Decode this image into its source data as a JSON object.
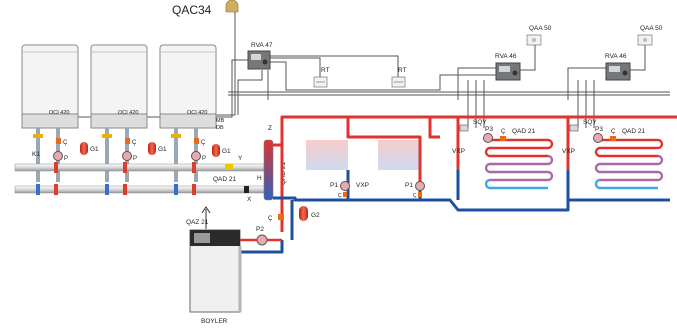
{
  "labels": {
    "outdoor_sensor": "QAC34",
    "boiler_module": "OCI 420",
    "bus_mb": "MB",
    "bus_db": "DB",
    "main_controller": "RVA 47",
    "zone_controller": "RVA 46",
    "room_unit": "QAA 50",
    "room_thermostat": "RT",
    "sqy": "SQY",
    "mixing_valve": "VXP",
    "pump_p": "P",
    "pump_p1": "P1",
    "pump_p2": "P2",
    "pump_p3": "P3",
    "sensor_c": "Ç",
    "flow_sensor": "QAD 21",
    "tank_sensor": "QAZ 21",
    "boiler_tank": "BOYLER",
    "k1": "K1",
    "g1": "G1",
    "g2": "G2",
    "x": "X",
    "y": "Y",
    "z": "Z",
    "h": "H"
  },
  "colors": {
    "supply": "#e0332e",
    "return": "#1f4f9f",
    "cable": "#555555",
    "expansion_tank": "#e0442a",
    "boiler_body": "#f3f3f3"
  }
}
